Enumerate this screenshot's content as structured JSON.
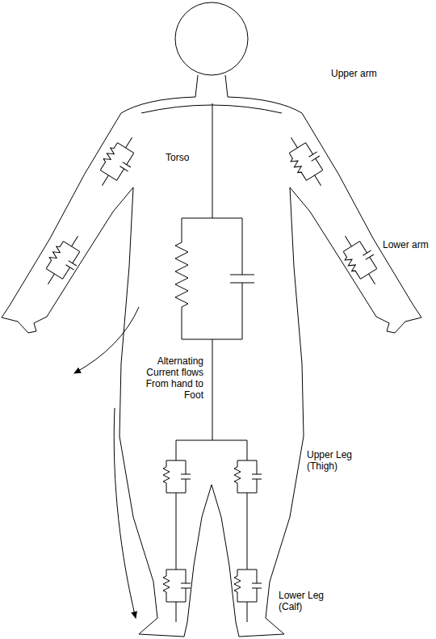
{
  "diagram": {
    "labels": [
      "Torso",
      "Upper arm",
      "Lower arm",
      "Alternating Current flows From hand to Foot",
      "Upper Leg (Thigh)",
      "Lower Leg (Calf)"
    ]
  }
}
